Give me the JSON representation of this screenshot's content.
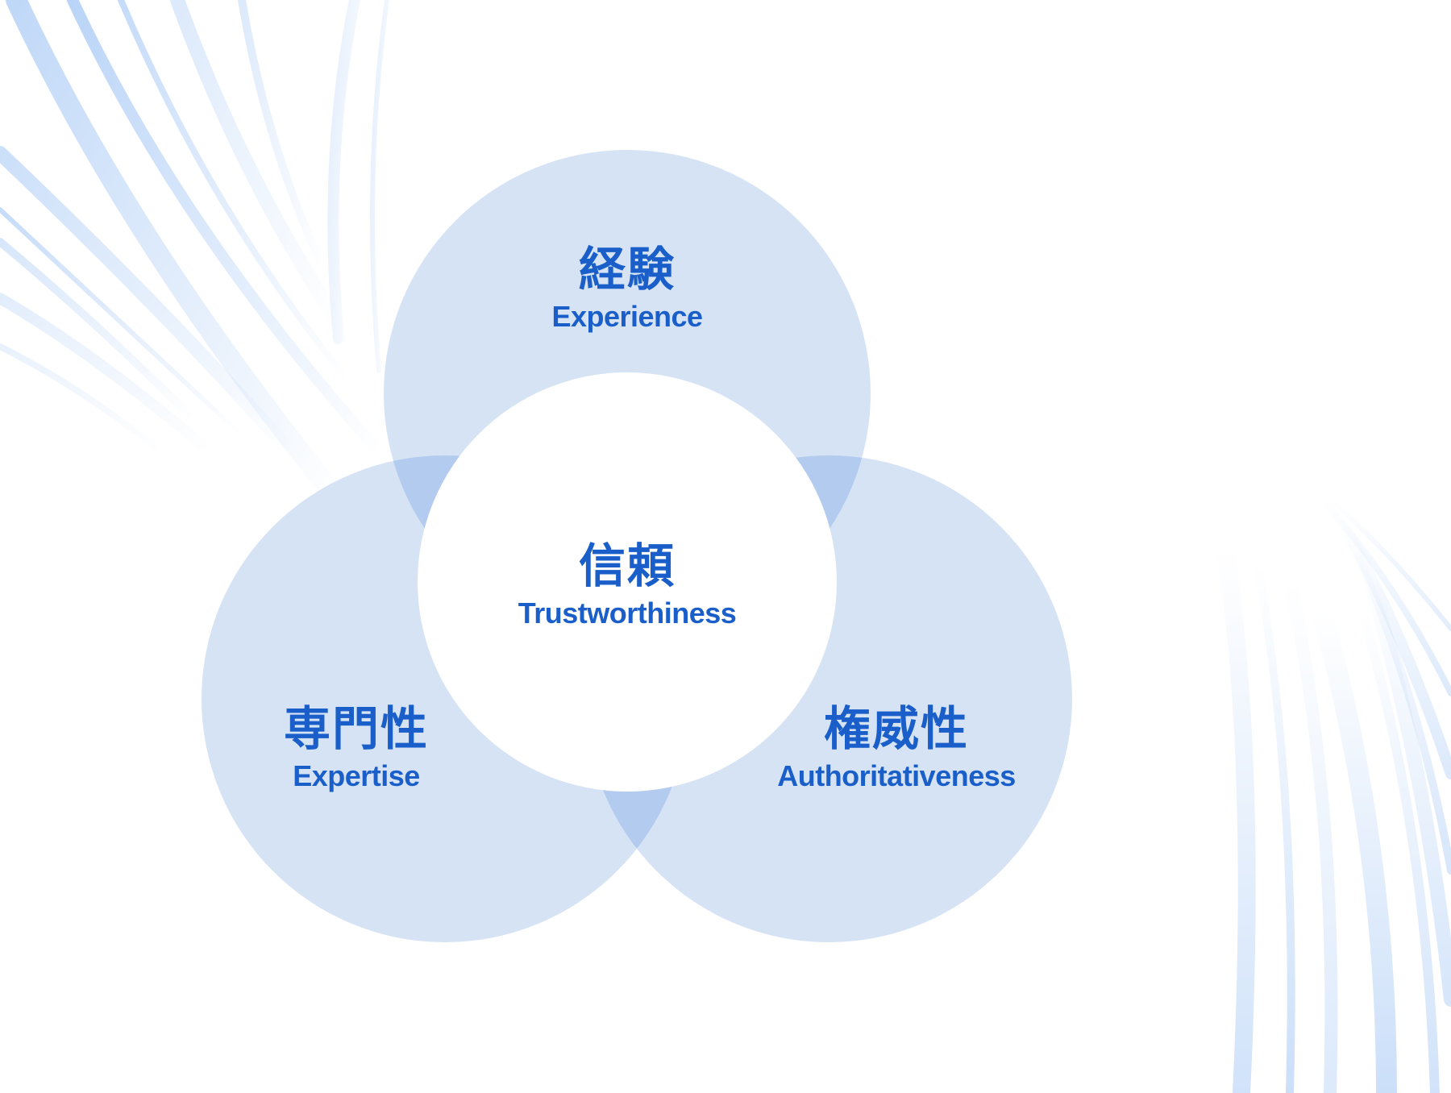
{
  "diagram": {
    "center": {
      "jp": "信頼",
      "en": "Trustworthiness"
    },
    "top": {
      "jp": "経験",
      "en": "Experience"
    },
    "left": {
      "jp": "専門性",
      "en": "Expertise"
    },
    "right": {
      "jp": "権威性",
      "en": "Authoritativeness"
    }
  },
  "colors": {
    "text": "#1a5fc9",
    "circle_fill": "#d6e3f5",
    "overlap_fill": "#b3cbee",
    "center_fill": "#ffffff",
    "swoosh": "#7fb0f0"
  }
}
